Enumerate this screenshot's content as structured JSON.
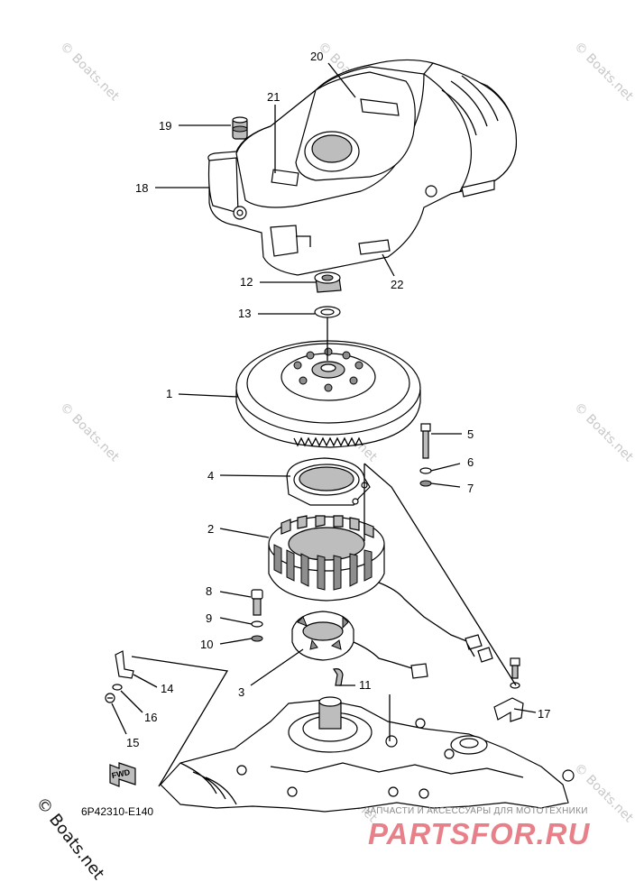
{
  "diagram": {
    "code": "6P42310-E140",
    "fwd_label": "FWD",
    "callouts": [
      "1",
      "2",
      "3",
      "4",
      "5",
      "6",
      "7",
      "8",
      "9",
      "10",
      "11",
      "12",
      "13",
      "14",
      "15",
      "16",
      "17",
      "18",
      "19",
      "20",
      "21",
      "22"
    ]
  },
  "watermarks": {
    "site": "© Boats.net",
    "brand_subtitle": "ЗАПЧАСТИ И АКСЕССУАРЫ ДЛЯ МОТОТЕХНИКИ",
    "brand": "PARTSFOR.RU"
  },
  "colors": {
    "line": "#000000",
    "brand": "#e8808a",
    "watermark": "#c8c8c8"
  }
}
